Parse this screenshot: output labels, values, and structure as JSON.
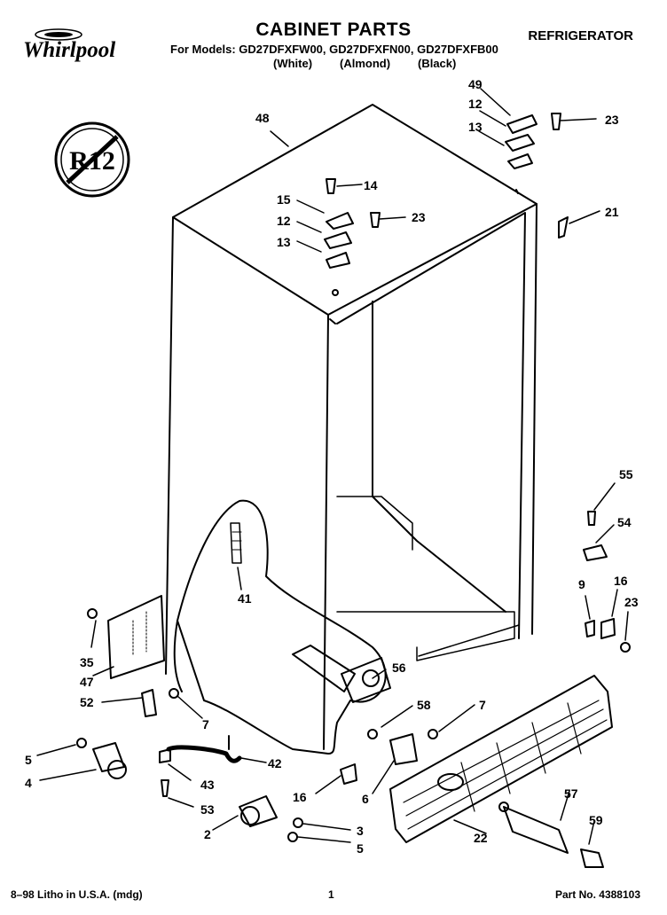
{
  "header": {
    "title": "CABINET PARTS",
    "brand": "Whirlpool",
    "category": "REFRIGERATOR",
    "models_line": "For Models: GD27DFXFW00, GD27DFXFN00, GD27DFXFB00",
    "colors": [
      "(White)",
      "(Almond)",
      "(Black)"
    ],
    "badge": "R12"
  },
  "callouts": [
    "48",
    "49",
    "12",
    "13",
    "23",
    "14",
    "15",
    "12",
    "23",
    "13",
    "21",
    "41",
    "55",
    "54",
    "9",
    "16",
    "23",
    "35",
    "47",
    "52",
    "7",
    "56",
    "58",
    "7",
    "5",
    "42",
    "4",
    "43",
    "16",
    "6",
    "53",
    "2",
    "3",
    "5",
    "22",
    "57",
    "59"
  ],
  "footer": {
    "print_info": "8–98 Litho in U.S.A. (mdg)",
    "page_number": "1",
    "part_number": "Part No. 4388103"
  }
}
